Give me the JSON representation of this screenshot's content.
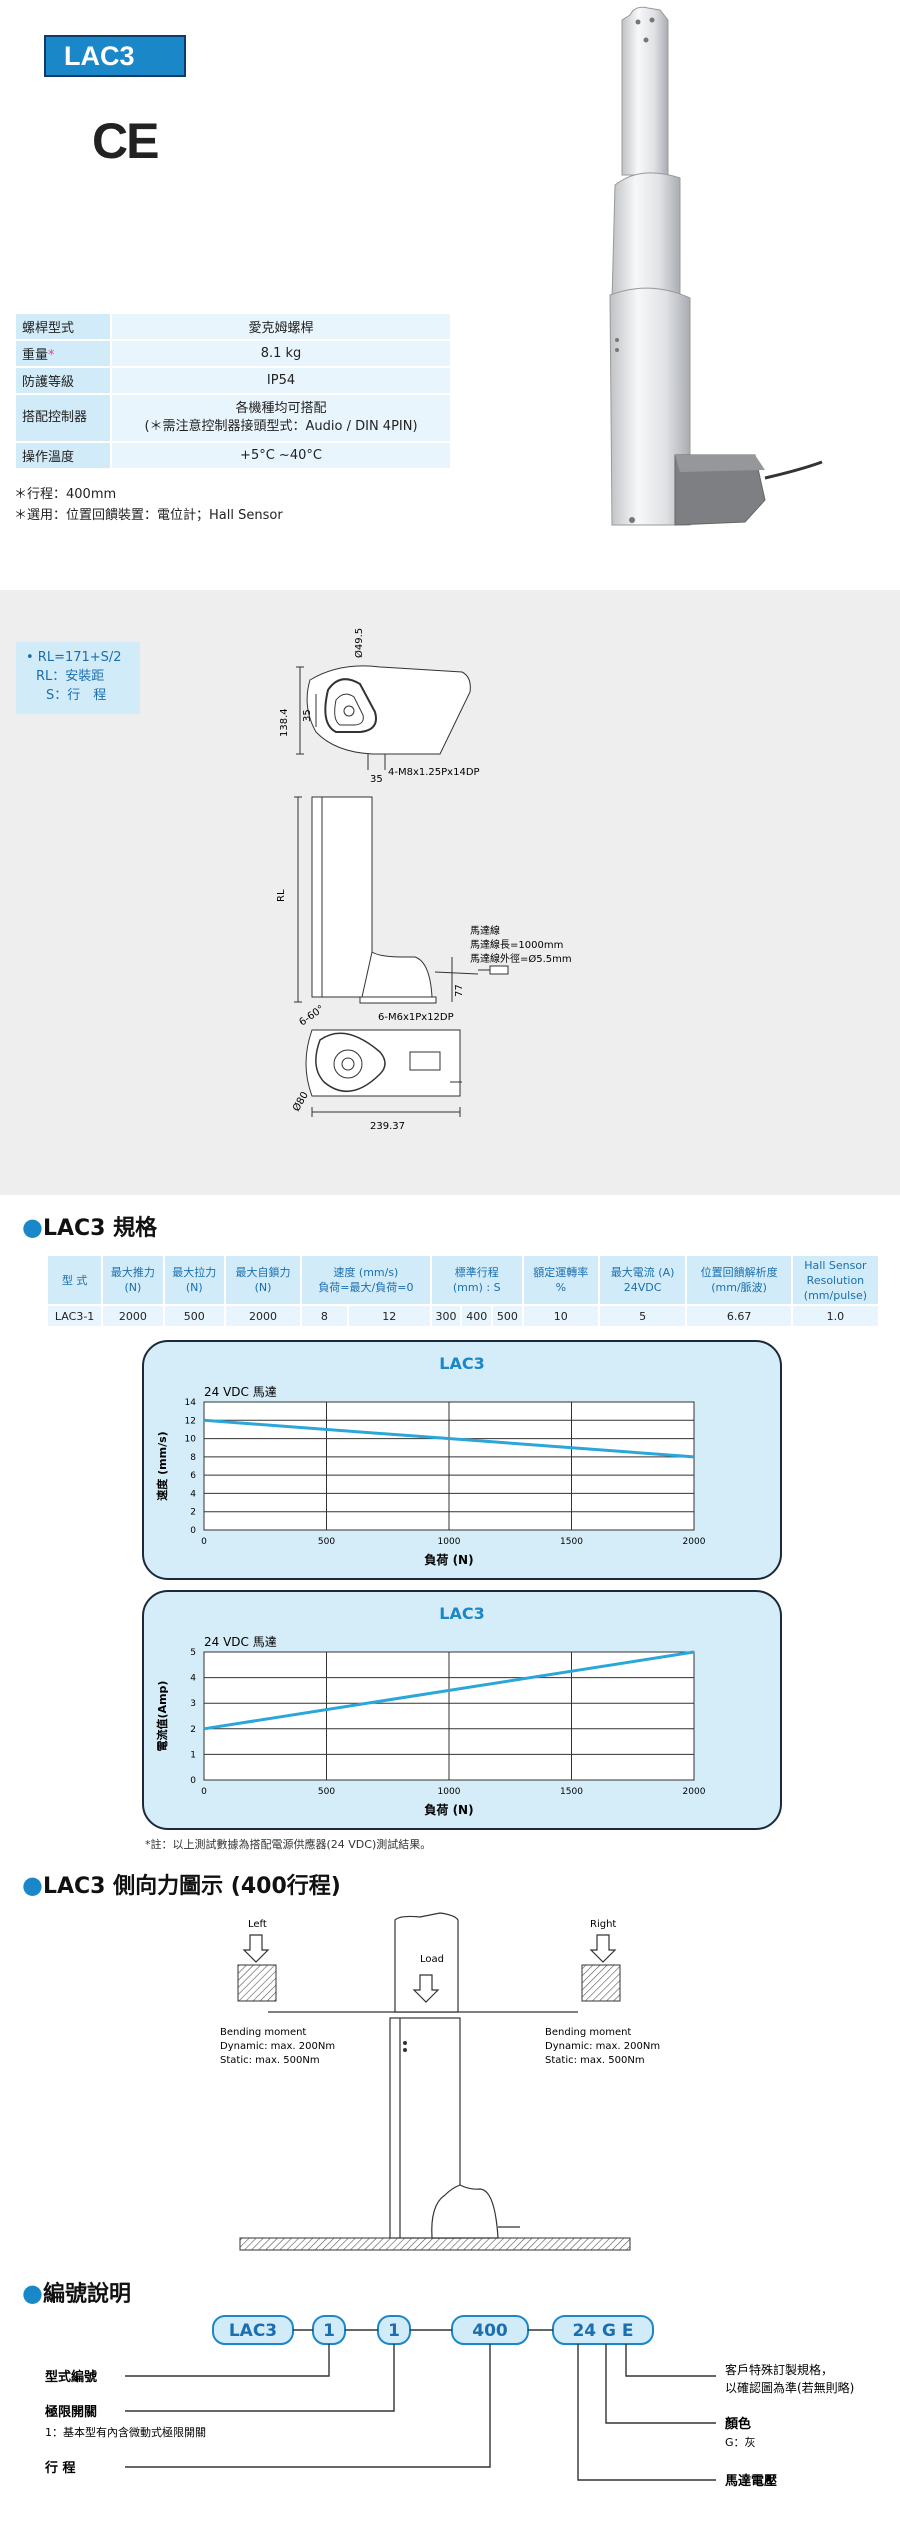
{
  "header": {
    "model": "LAC3",
    "cert_mark": "CE"
  },
  "spec_table": [
    {
      "key": "螺桿型式",
      "value": "愛克姆螺桿"
    },
    {
      "key": "重量",
      "key_mark": "*",
      "value": "8.1 kg"
    },
    {
      "key": "防護等級",
      "value": "IP54"
    },
    {
      "key": "搭配控制器",
      "value": "各機種均可搭配",
      "value2": "(＊需注意控制器接頭型式：Audio / DIN 4PIN)"
    },
    {
      "key": "操作溫度",
      "value": "+5°C ~40°C"
    }
  ],
  "notes": [
    "＊行程：400mm",
    "＊選用：位置回饋裝置：電位計；Hall Sensor"
  ],
  "drawing": {
    "rl_formula": "• RL=171+S/2",
    "rl_def": "RL：安裝距",
    "s_def": "S：行　程",
    "dims": {
      "d1": "Ø49.5",
      "d2": "138.4",
      "d3": "35",
      "d4": "35",
      "d5": "4-M8x1.25Px14DP",
      "d6": "RL",
      "d7": "77",
      "d8": "6-60°",
      "d9": "6-M6x1Px12DP",
      "d10": "Ø80",
      "d11": "239.37"
    },
    "cable_notes": [
      "馬達線",
      "馬達線長=1000mm",
      "馬達線外徑=Ø5.5mm"
    ]
  },
  "spec_section": {
    "title": "LAC3 規格",
    "headers": [
      "型 式",
      "最大推力\n(N)",
      "最大拉力\n(N)",
      "最大自鎖力\n(N)",
      "速度 (mm/s)\n負荷=最大/負荷=0",
      "標準行程\n(mm) : S",
      "額定運轉率\n%",
      "最大電流 (A)\n24VDC",
      "位置回饋解析度\n(mm/脈波)",
      "Hall Sensor\nResolution\n(mm/pulse)"
    ],
    "row": [
      "LAC3-1",
      "2000",
      "500",
      "2000",
      "8",
      "12",
      "300",
      "400",
      "500",
      "10",
      "5",
      "6.67",
      "1.0"
    ]
  },
  "chart_data": [
    {
      "type": "line",
      "title": "LAC3",
      "subtitle": "24 VDC 馬達",
      "xlabel": "負荷 (N)",
      "ylabel": "速度 (mm/s)",
      "xlim": [
        0,
        2000
      ],
      "ylim": [
        0,
        14
      ],
      "xticks": [
        0,
        500,
        1000,
        1500,
        2000
      ],
      "yticks": [
        0,
        2,
        4,
        6,
        8,
        10,
        12,
        14
      ],
      "grid": true,
      "color": "#2aa7d8",
      "series": [
        {
          "x": [
            0,
            2000
          ],
          "y": [
            12,
            8
          ]
        }
      ]
    },
    {
      "type": "line",
      "title": "LAC3",
      "subtitle": "24 VDC 馬達",
      "xlabel": "負荷 (N)",
      "ylabel": "電流值(Amp)",
      "xlim": [
        0,
        2000
      ],
      "ylim": [
        0,
        5
      ],
      "xticks": [
        0,
        500,
        1000,
        1500,
        2000
      ],
      "yticks": [
        0,
        1,
        2,
        3,
        4,
        5
      ],
      "grid": true,
      "color": "#2aa7d8",
      "series": [
        {
          "x": [
            0,
            2000
          ],
          "y": [
            2,
            5
          ]
        }
      ]
    }
  ],
  "footnote": "*註：以上測試數據為搭配電源供應器(24 VDC)測試結果。",
  "lateral": {
    "title": "LAC3 側向力圖示 (400行程)",
    "left": "Left",
    "right": "Right",
    "load": "Load",
    "moment_lines": [
      "Bending moment",
      "Dynamic: max. 200Nm",
      "Static: max. 500Nm"
    ]
  },
  "ordering": {
    "title": "編號說明",
    "codes": [
      "LAC3",
      "1",
      "1",
      "400",
      "24 G E"
    ],
    "labels": {
      "model": "型式編號",
      "limit": "極限開關",
      "limit_desc": "1：基本型有內含微動式極限開關",
      "stroke": "行 程",
      "custom1": "客戶特殊訂製規格，",
      "custom2": "以確認圖為準(若無則略)",
      "color": "顏色",
      "color_desc": "G：灰",
      "voltage": "馬達電壓"
    }
  },
  "colors": {
    "accent": "#1a87c9",
    "light": "#d2ebf8",
    "lighter": "#e9f5fc",
    "line": "#2aa7d8"
  }
}
